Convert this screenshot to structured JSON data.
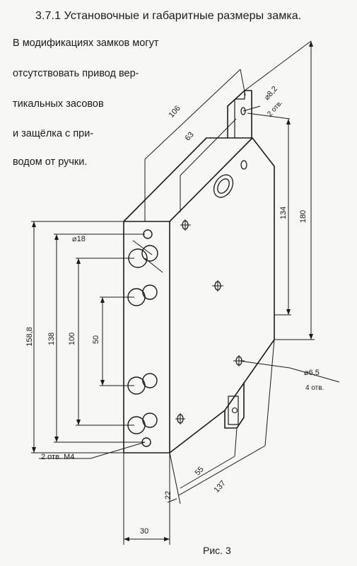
{
  "heading": "3.7.1 Установочные и габаритные размеры замка.",
  "note_lines": [
    "В модификациях замков могут",
    "отсутствовать привод вер-",
    "тикальных засовов",
    "и защёлка с при-",
    "водом от ручки."
  ],
  "dimensions": {
    "d106": "106",
    "d63": "63",
    "d8_2": "8,2",
    "d8_2_count": "2 отв.",
    "d18": "18",
    "d134": "134",
    "d180": "180",
    "d158_8": "158,8",
    "d138": "138",
    "d100": "100",
    "d50": "50",
    "d6_5": "6,5",
    "d6_5_count": "4 отв.",
    "m4_holes": "2 отв. М4",
    "d55": "55",
    "d22": "22",
    "d137": "137",
    "d30": "30"
  },
  "caption": "Рис. 3"
}
